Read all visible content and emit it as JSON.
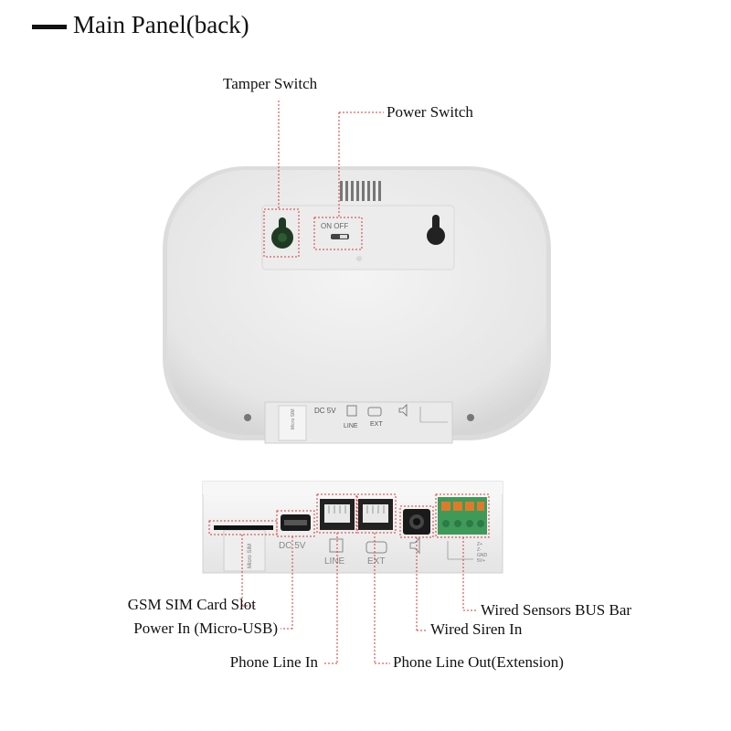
{
  "header": {
    "title": "Main Panel(back)"
  },
  "device_top": {
    "switch_text": "ON OFF",
    "bottom_labels": {
      "dc": "DC 5V",
      "line": "LINE",
      "ext": "EXT",
      "sim": "Micro SIM"
    }
  },
  "device_bottom": {
    "dc": "DC 5V",
    "line": "LINE",
    "ext": "EXT",
    "sim": "Micro SIM",
    "bus_pins": [
      "Z+",
      "Z-",
      "GND",
      "5V+"
    ]
  },
  "callouts": {
    "tamper_switch": "Tamper Switch",
    "power_switch": "Power Switch",
    "gsm_sim": "GSM SIM Card Slot",
    "power_in": "Power In (Micro-USB)",
    "phone_line_in": "Phone Line In",
    "phone_line_out": "Phone Line Out(Extension)",
    "wired_siren": "Wired Siren In",
    "wired_sensors": "Wired Sensors BUS Bar"
  },
  "colors": {
    "callout_line": "#d43a3a",
    "panel": "#f1f1f1",
    "screw_hole": "#1f3a22"
  }
}
